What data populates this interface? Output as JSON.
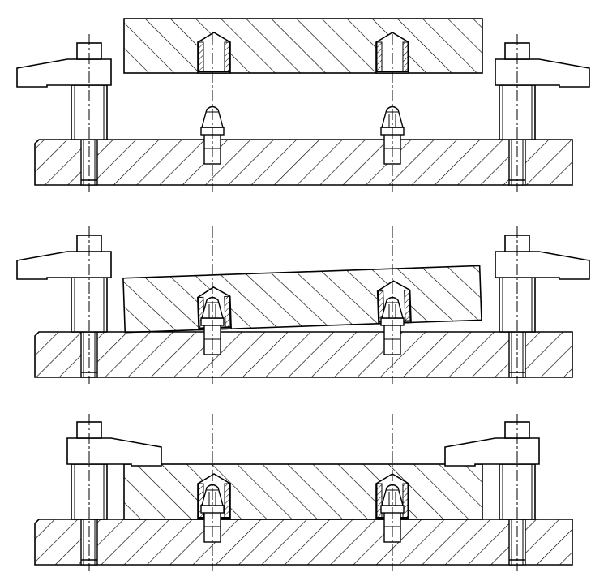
{
  "figure": {
    "stages": [
      "separated",
      "tilted-engaging",
      "clamped"
    ],
    "colors": {
      "line": "#000000",
      "background": "#ffffff"
    },
    "pin_positions": [
      "left",
      "right"
    ],
    "clamp_positions": [
      "left",
      "right"
    ]
  }
}
